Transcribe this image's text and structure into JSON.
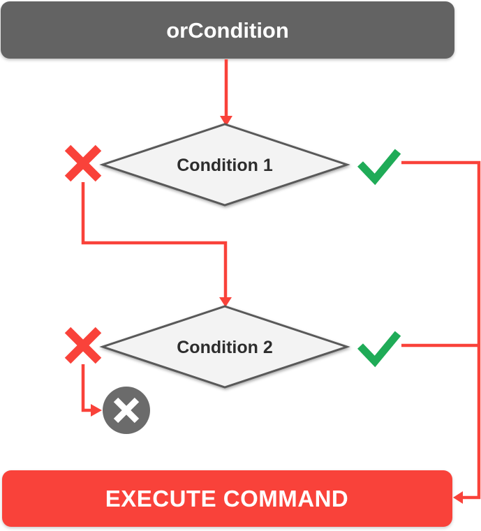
{
  "diagram_title": "orCondition flowchart",
  "nodes": {
    "start": {
      "label": "orCondition",
      "type": "process-header"
    },
    "condition1": {
      "label": "Condition 1",
      "type": "decision"
    },
    "condition2": {
      "label": "Condition 2",
      "type": "decision"
    },
    "terminate": {
      "icon": "x-mark",
      "type": "terminator"
    },
    "execute": {
      "label": "EXECUTE COMMAND",
      "type": "action"
    }
  },
  "edges": [
    {
      "from": "start",
      "to": "condition1",
      "marker": "arrow"
    },
    {
      "from": "condition1",
      "to": "condition2",
      "marker": "x-mark",
      "branch": "fail"
    },
    {
      "from": "condition1",
      "to": "execute",
      "marker": "check-mark",
      "branch": "pass"
    },
    {
      "from": "condition2",
      "to": "terminate",
      "marker": "x-mark",
      "branch": "fail"
    },
    {
      "from": "condition2",
      "to": "execute",
      "marker": "check-mark",
      "branch": "pass"
    }
  ],
  "colors": {
    "red": "#f9423a",
    "green": "#1fab57",
    "node_gray": "#636363",
    "circle_gray": "#6b6b6b",
    "diamond_fill": "#f3f3f3",
    "diamond_border": "#595959",
    "dark_text": "#2d2d2d"
  }
}
